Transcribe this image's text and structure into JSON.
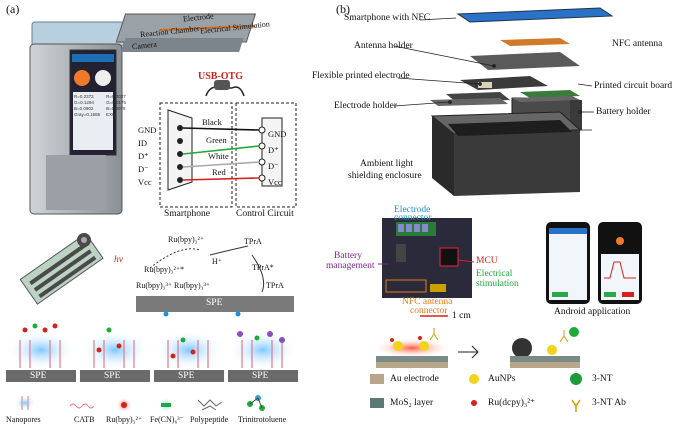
{
  "panels": {
    "a": "(a)",
    "b": "(b)"
  },
  "a_device": {
    "callouts": {
      "electrode": "Electrode",
      "electrical_stimulation": "Electrical Stimulation",
      "reaction_chamber": "Reaction Chamber",
      "camera": "Camera"
    },
    "phone_readouts": [
      "R=0.2372",
      "G=0.1294",
      "B=0.0902",
      "Gray=0.1686",
      "R=0.0027",
      "G=0.0176",
      "B=0.0078",
      "EXIT"
    ]
  },
  "a_circuit": {
    "usb_otg": "USB-OTG",
    "smartphone_pins": [
      "GND",
      "ID",
      "D⁺",
      "D⁻",
      "Vcc"
    ],
    "control_pins": [
      "GND",
      "D⁺",
      "D⁻",
      "Vcc"
    ],
    "wires": [
      {
        "label": "Black",
        "color": "#111111"
      },
      {
        "label": "Green",
        "color": "#1faa3a"
      },
      {
        "label": "White",
        "color": "#888888"
      },
      {
        "label": "Red",
        "color": "#d4231f"
      }
    ],
    "smartphone_label": "Smartphone",
    "control_label": "Control Circuit"
  },
  "a_reaction": {
    "hv": "hν",
    "ru2": "Ru(bpy)₃²⁺",
    "ru3_left": "Ru(bpy)₃³⁺",
    "ru3_right": "Ru(bpy)₃³⁺",
    "ru2_star": "Ru(bpy)₃²⁺*",
    "h_plus": "H⁺",
    "tpra_top": "TPrA",
    "tpra_radical": "TPrA*",
    "tpra_bottom": "TPrA",
    "spe": "SPE"
  },
  "a_steps": {
    "spe_labels": [
      "SPE",
      "SPE",
      "SPE",
      "SPE"
    ],
    "legend": [
      "Nanopores",
      "CATB",
      "Ru(bpy)₃²⁺",
      "Fe(CN)₆³⁻",
      "Polypeptide",
      "Trinitrotoluene"
    ]
  },
  "b_device": {
    "labels": {
      "smartphone": "Smartphone with NFC",
      "nfc_antenna": "NFC antenna",
      "antenna_holder": "Antenna holder",
      "printed_electrode": "Flexible printed electrode",
      "pcb": "Printed circuit board",
      "electrode_holder": "Electrode holder",
      "battery_holder": "Battery holder",
      "enclosure_1": "Ambient light",
      "enclosure_2": "shielding enclosure"
    }
  },
  "b_board": {
    "electrode_connector_1": "Electrode",
    "electrode_connector_2": "connector",
    "battery_1": "Battery",
    "battery_2": "management",
    "mcu": "MCU",
    "stimulation_1": "Electrical",
    "stimulation_2": "stimulation",
    "nfc_connector_1": "NFC antenna",
    "nfc_connector_2": "connector",
    "scale": "1 cm",
    "android": "Android application"
  },
  "b_legend": {
    "items": [
      "Au electrode",
      "AuNPs",
      "3-NT",
      "MoS₂ layer",
      "Ru(dcpy)₃²⁺",
      "3-NT Ab"
    ]
  },
  "colors": {
    "red": "#d4231f",
    "green": "#1faa3a",
    "blue": "#1f8fd0",
    "purple": "#7a2a8a",
    "orange": "#e07a1a",
    "gold": "#c9a000"
  }
}
